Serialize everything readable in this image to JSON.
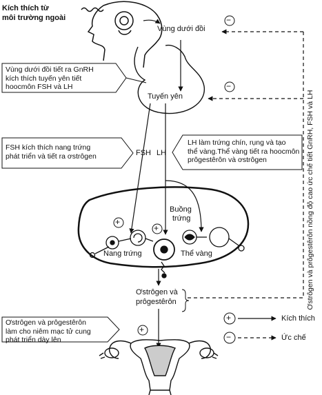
{
  "labels": {
    "source": [
      "Kích thích từ",
      "môi trường ngoài"
    ],
    "hypothalamus": "Vùng dưới đồi",
    "pituitary": "Tuyến yên",
    "fsh": "FSH",
    "lh": "LH",
    "ovary": [
      "Buồng",
      "trứng"
    ],
    "follicle": "Nang trứng",
    "corpus_luteum": "Thể vàng",
    "hormones": [
      "Ơstrôgen và",
      "prôgestêrôn"
    ]
  },
  "boxes": {
    "gnrh": [
      "Vùng dưới đồi tiết ra GnRH",
      "kích thích tuyến yên tiết",
      "hoocmôn FSH và LH"
    ],
    "fsh_effect": [
      "FSH kích thích nang trứng",
      "phát triển và tiết ra ơstrôgen"
    ],
    "lh_effect": [
      "LH làm trứng chín, rụng và tạo",
      "thể vàng.Thể vàng tiết ra hoocmôn",
      "prôgestêrôn và ơstrôgen"
    ],
    "uterus_effect": [
      "Ơstrôgen và prôgestêrôn",
      "làm cho niêm mạc tử cung",
      "phát triển dày lên"
    ]
  },
  "feedback_note": "Ơstrôgen và prôgestêrôn nồng độ cao ức chế tiết GnRH, FSH và LH",
  "symbols": {
    "plus": "+",
    "minus": "−"
  },
  "legend": {
    "stimulate": "Kích thích",
    "inhibit": "Ức chế"
  }
}
